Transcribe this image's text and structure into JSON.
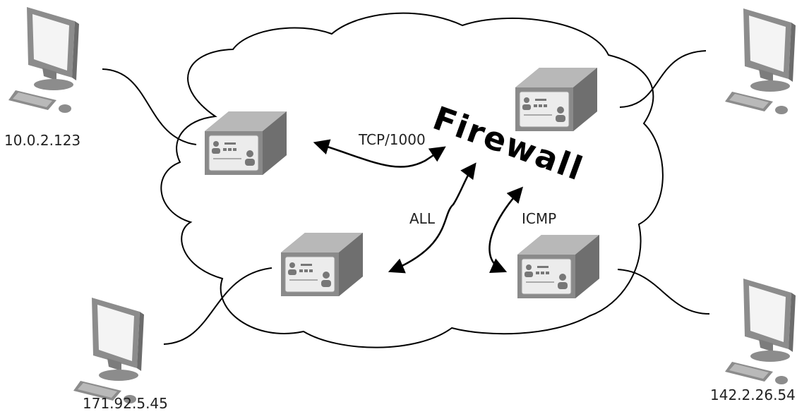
{
  "diagram": {
    "title": "Firewall",
    "hosts": [
      {
        "id": "top-left",
        "ip": "10.0.2.123"
      },
      {
        "id": "bottom-left",
        "ip": "171.92.5.45"
      },
      {
        "id": "bottom-right",
        "ip": "142.2.26.54"
      },
      {
        "id": "top-right",
        "ip": ""
      }
    ],
    "connections": [
      {
        "label": "TCP/1000"
      },
      {
        "label": "ALL"
      },
      {
        "label": "ICMP"
      }
    ],
    "colors": {
      "line": "#000000",
      "router_body": "#8a8a8a",
      "router_top": "#b5b5b5",
      "router_face": "#ececec",
      "monitor": "#8c8c8c",
      "screen": "#f4f4f4"
    }
  }
}
